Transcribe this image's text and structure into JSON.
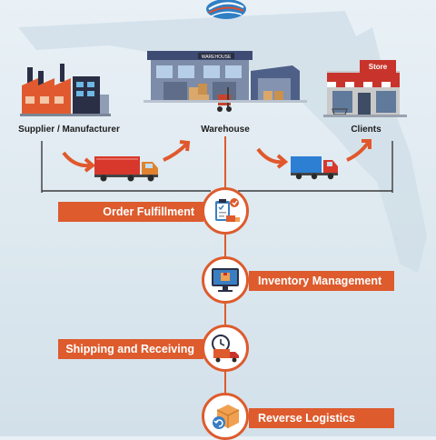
{
  "top": {
    "supplier_label": "Supplier / Manufacturer",
    "warehouse_label": "Warehouse",
    "clients_label": "Clients",
    "store_sign": "Store",
    "warehouse_sign": "WAREHOUSE"
  },
  "steps": [
    {
      "label": "Order Fulfillment",
      "icon": "clipboard-delivery-icon"
    },
    {
      "label": "Inventory Management",
      "icon": "monitor-inventory-icon"
    },
    {
      "label": "Shipping and Receiving",
      "icon": "clock-truck-icon"
    },
    {
      "label": "Reverse Logistics",
      "icon": "return-box-icon"
    }
  ],
  "colors": {
    "accent": "#dd5b2d",
    "truck_red": "#d8382c",
    "truck_blue": "#2d7fd3"
  }
}
